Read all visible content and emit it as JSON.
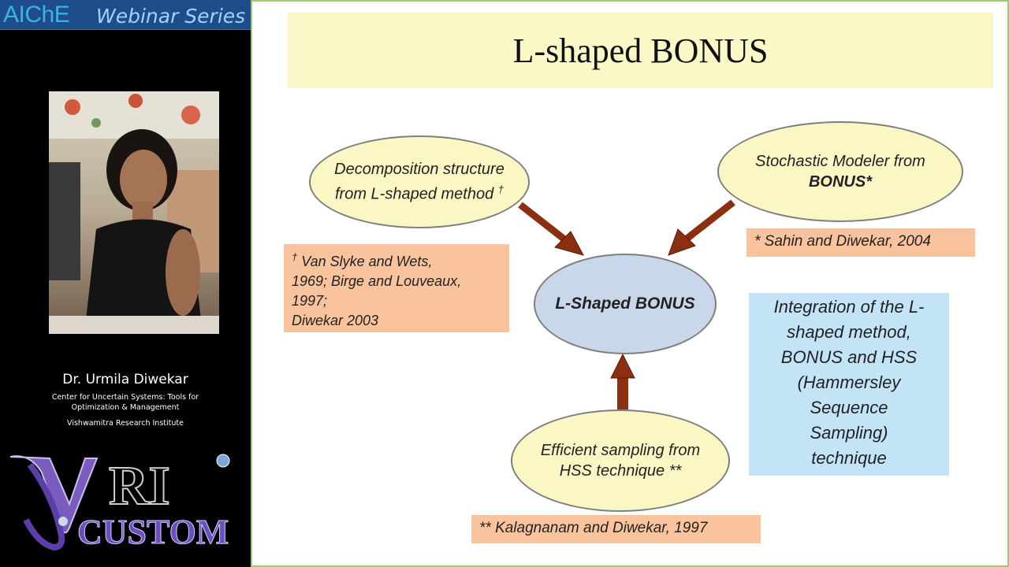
{
  "sidebar": {
    "banner_aiche": "AIChE",
    "banner_series": "Webinar Series",
    "presenter_name": "Dr. Urmila Diwekar",
    "affiliation_line1": "Center for Uncertain Systems: Tools for",
    "affiliation_line2": "Optimization & Management",
    "affiliation_line3": "Vishwamitra Research Institute",
    "logo_text_top": "RI",
    "logo_text_bottom": "CUSTOM"
  },
  "slide": {
    "title": "L-shaped BONUS",
    "nodes": {
      "decomposition_line1": "Decomposition structure",
      "decomposition_line2": "from L-shaped method",
      "decomposition_mark": "†",
      "stochastic_line1": "Stochastic Modeler from",
      "stochastic_line2": "BONUS*",
      "center": "L-Shaped BONUS",
      "sampling_line1": "Efficient sampling from",
      "sampling_line2": "HSS technique  **"
    },
    "notes": {
      "vanslyke_line1": "Van Slyke and Wets,",
      "vanslyke_mark": "†",
      "vanslyke_line2": "1969; Birge and Louveaux,",
      "vanslyke_line3": "1997;",
      "vanslyke_line4": "Diwekar 2003",
      "sahin": "* Sahin and Diwekar, 2004",
      "kalagnanam": "** Kalagnanam and Diwekar, 1997"
    },
    "integration": {
      "line1": "Integration of the L-",
      "line2": "shaped method,",
      "line3": "BONUS and HSS",
      "line4": "(Hammersley",
      "line5": "Sequence",
      "line6": "Sampling)",
      "line7": "technique"
    }
  },
  "colors": {
    "banner_bg": "#1f4c8a",
    "title_bg": "#fbf8c8",
    "ellipse_fill": "#fbf7c4",
    "center_fill": "#c8d7ea",
    "note_fill": "#f9c49d",
    "integration_fill": "#c3e3f6",
    "arrow": "#8b2f10",
    "slide_border": "#9ccc6e"
  }
}
